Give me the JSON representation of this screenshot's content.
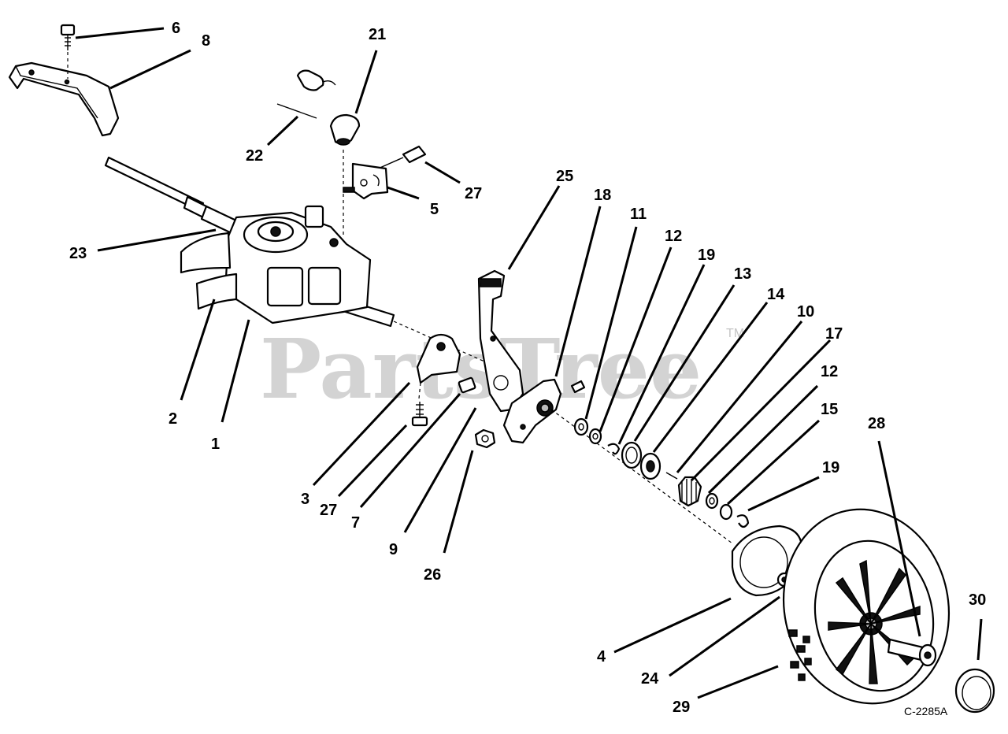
{
  "watermark": {
    "text": "PartsTree",
    "trademark": "TM"
  },
  "drawing_code": "C-2285A",
  "callouts": [
    {
      "id": "c6",
      "label": "6"
    },
    {
      "id": "c8",
      "label": "8"
    },
    {
      "id": "c21",
      "label": "21"
    },
    {
      "id": "c22",
      "label": "22"
    },
    {
      "id": "c27a",
      "label": "27"
    },
    {
      "id": "c5",
      "label": "5"
    },
    {
      "id": "c25",
      "label": "25"
    },
    {
      "id": "c18",
      "label": "18"
    },
    {
      "id": "c11",
      "label": "11"
    },
    {
      "id": "c12a",
      "label": "12"
    },
    {
      "id": "c19a",
      "label": "19"
    },
    {
      "id": "c13",
      "label": "13"
    },
    {
      "id": "c14",
      "label": "14"
    },
    {
      "id": "c10",
      "label": "10"
    },
    {
      "id": "c17",
      "label": "17"
    },
    {
      "id": "c12b",
      "label": "12"
    },
    {
      "id": "c15",
      "label": "15"
    },
    {
      "id": "c19b",
      "label": "19"
    },
    {
      "id": "c28",
      "label": "28"
    },
    {
      "id": "c30",
      "label": "30"
    },
    {
      "id": "c23",
      "label": "23"
    },
    {
      "id": "c2",
      "label": "2"
    },
    {
      "id": "c1",
      "label": "1"
    },
    {
      "id": "c3",
      "label": "3"
    },
    {
      "id": "c27b",
      "label": "27"
    },
    {
      "id": "c7",
      "label": "7"
    },
    {
      "id": "c9",
      "label": "9"
    },
    {
      "id": "c26",
      "label": "26"
    },
    {
      "id": "c4",
      "label": "4"
    },
    {
      "id": "c24",
      "label": "24"
    },
    {
      "id": "c29",
      "label": "29"
    }
  ]
}
